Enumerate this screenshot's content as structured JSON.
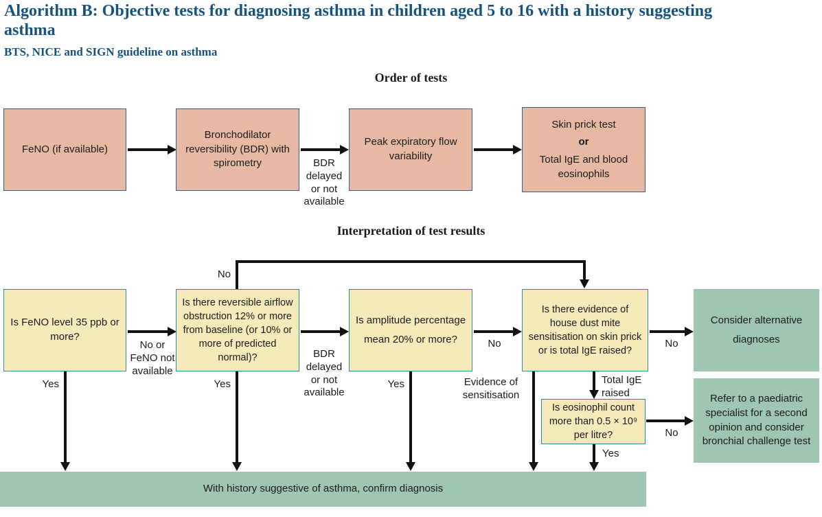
{
  "title": "Algorithm B: Objective tests for diagnosing asthma in children aged 5 to 16 with a history suggesting asthma",
  "subtitle": "BTS, NICE and SIGN guideline on asthma",
  "headings": {
    "order": "Order of tests",
    "interpretation": "Interpretation of test results"
  },
  "colors": {
    "title_text": "#15537e",
    "test_box_fill": "#e7b9a2",
    "test_box_border": "#355f84",
    "question_box_fill": "#f6e9ba",
    "question_box_border": "#2b8c9c",
    "outcome_box_fill": "#9fc6b1",
    "connector": "#111111"
  },
  "order": {
    "feno": "FeNO (if available)",
    "bdr": "Bronchodilator reversibility (BDR) with spirometry",
    "pef": "Peak expiratory flow variability",
    "skin_line1": "Skin prick test",
    "skin_or": "or",
    "skin_line3": "Total IgE and blood eosinophils",
    "bdr_delay_label": "BDR delayed or not available"
  },
  "interp": {
    "feno_q": "Is FeNO level 35 ppb or more?",
    "bdr_q": "Is there reversible airflow obstruction 12% or more from baseline (or 10% or more of predicted normal)?",
    "amplitude_q": "Is amplitude percentage mean 20% or more?",
    "hdm_q": "Is there evidence of house dust mite sensitisation on skin prick or is total IgE raised?",
    "consider": "Consider alternative diagnoses",
    "eosinophil_q": "Is eosinophil count more than 0.5 × 10⁹ per litre?",
    "refer": "Refer to a paediatric specialist for a second opinion and consider bronchial challenge test",
    "confirm": "With history suggestive of asthma, confirm diagnosis"
  },
  "labels": {
    "no_feedback": "No",
    "no_or_feno": "No or FeNO not available",
    "bdr_delayed": "BDR delayed or not available",
    "no_amplitude": "No",
    "no_hdm": "No",
    "no_eosinophil": "No",
    "yes_feno": "Yes",
    "yes_bdr": "Yes",
    "yes_amplitude": "Yes",
    "yes_eosinophil": "Yes",
    "evidence": "Evidence of sensitisation",
    "total_ige": "Total IgE raised"
  }
}
